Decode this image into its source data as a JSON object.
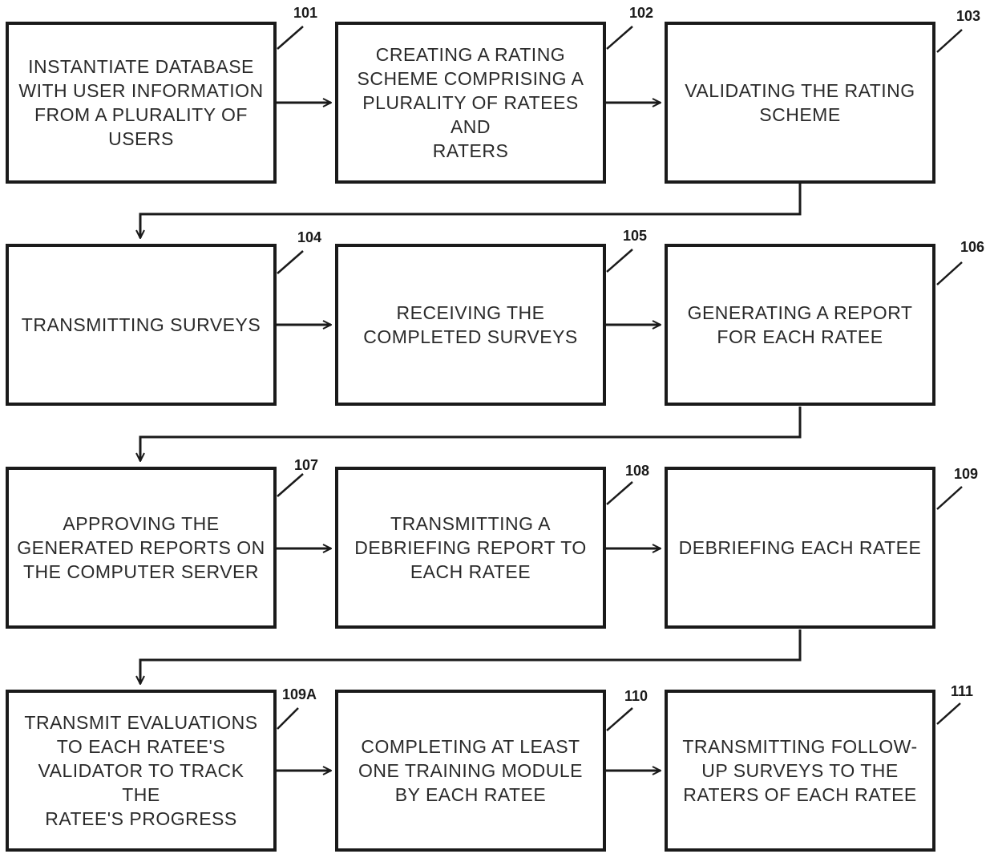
{
  "steps": [
    {
      "ref": "101",
      "text": "INSTANTIATE DATABASE\nWITH USER INFORMATION\nFROM A PLURALITY OF\nUSERS"
    },
    {
      "ref": "102",
      "text": "CREATING A RATING\nSCHEME COMPRISING A\nPLURALITY OF RATEES AND\nRATERS"
    },
    {
      "ref": "103",
      "text": "VALIDATING THE RATING\nSCHEME"
    },
    {
      "ref": "104",
      "text": "TRANSMITTING SURVEYS"
    },
    {
      "ref": "105",
      "text": "RECEIVING THE\nCOMPLETED SURVEYS"
    },
    {
      "ref": "106",
      "text": "GENERATING A REPORT\nFOR EACH RATEE"
    },
    {
      "ref": "107",
      "text": "APPROVING THE\nGENERATED REPORTS ON\nTHE COMPUTER SERVER"
    },
    {
      "ref": "108",
      "text": "TRANSMITTING A\nDEBRIEFING REPORT TO\nEACH RATEE"
    },
    {
      "ref": "109",
      "text": "DEBRIEFING EACH RATEE"
    },
    {
      "ref": "109A",
      "text": "TRANSMIT EVALUATIONS\nTO EACH RATEE'S\nVALIDATOR TO TRACK THE\nRATEE'S PROGRESS"
    },
    {
      "ref": "110",
      "text": "COMPLETING AT LEAST\nONE TRAINING MODULE\nBY EACH RATEE"
    },
    {
      "ref": "111",
      "text": "TRANSMITTING FOLLOW-\nUP SURVEYS TO THE\nRATERS OF EACH RATEE"
    }
  ]
}
